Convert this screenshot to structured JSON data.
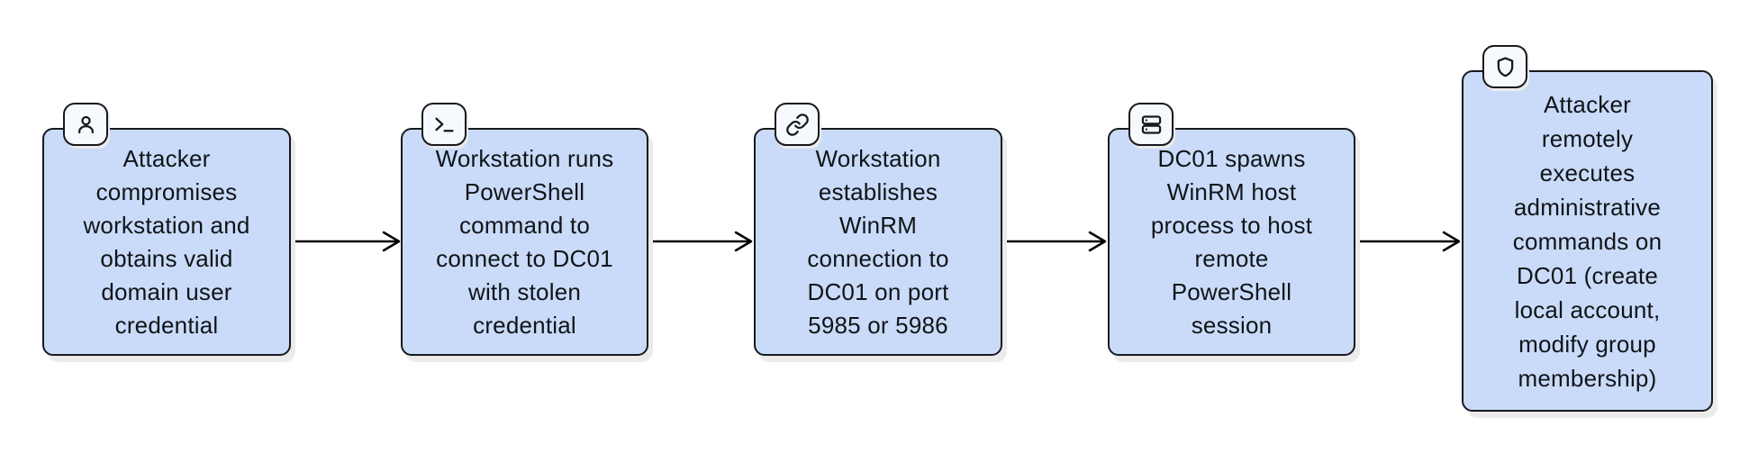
{
  "diagram": {
    "type": "flowchart",
    "direction": "left-to-right",
    "colors": {
      "background": "#ffffff",
      "node_fill": "#c9dbf8",
      "node_border": "#17191c",
      "badge_fill": "#f6f9fe",
      "arrow": "#000000",
      "text": "#111418",
      "shadow": "#ebebeb"
    },
    "nodes": [
      {
        "id": "step-1",
        "icon": "user-icon",
        "label": "Attacker\ncompromises\nworkstation and\nobtains valid\ndomain user\ncredential"
      },
      {
        "id": "step-2",
        "icon": "terminal-icon",
        "label": "Workstation runs\nPowerShell\ncommand to\nconnect to DC01\nwith stolen\ncredential"
      },
      {
        "id": "step-3",
        "icon": "link-icon",
        "label": "Workstation\nestablishes\nWinRM\nconnection to\nDC01 on port\n5985 or 5986"
      },
      {
        "id": "step-4",
        "icon": "server-icon",
        "label": "DC01 spawns\nWinRM host\nprocess to host\nremote\nPowerShell\nsession"
      },
      {
        "id": "step-5",
        "icon": "shield-icon",
        "label": "Attacker\nremotely\nexecutes\nadministrative\ncommands on\nDC01 (create\nlocal account,\nmodify group\nmembership)"
      }
    ],
    "edges": [
      {
        "from": "step-1",
        "to": "step-2"
      },
      {
        "from": "step-2",
        "to": "step-3"
      },
      {
        "from": "step-3",
        "to": "step-4"
      },
      {
        "from": "step-4",
        "to": "step-5"
      }
    ]
  }
}
